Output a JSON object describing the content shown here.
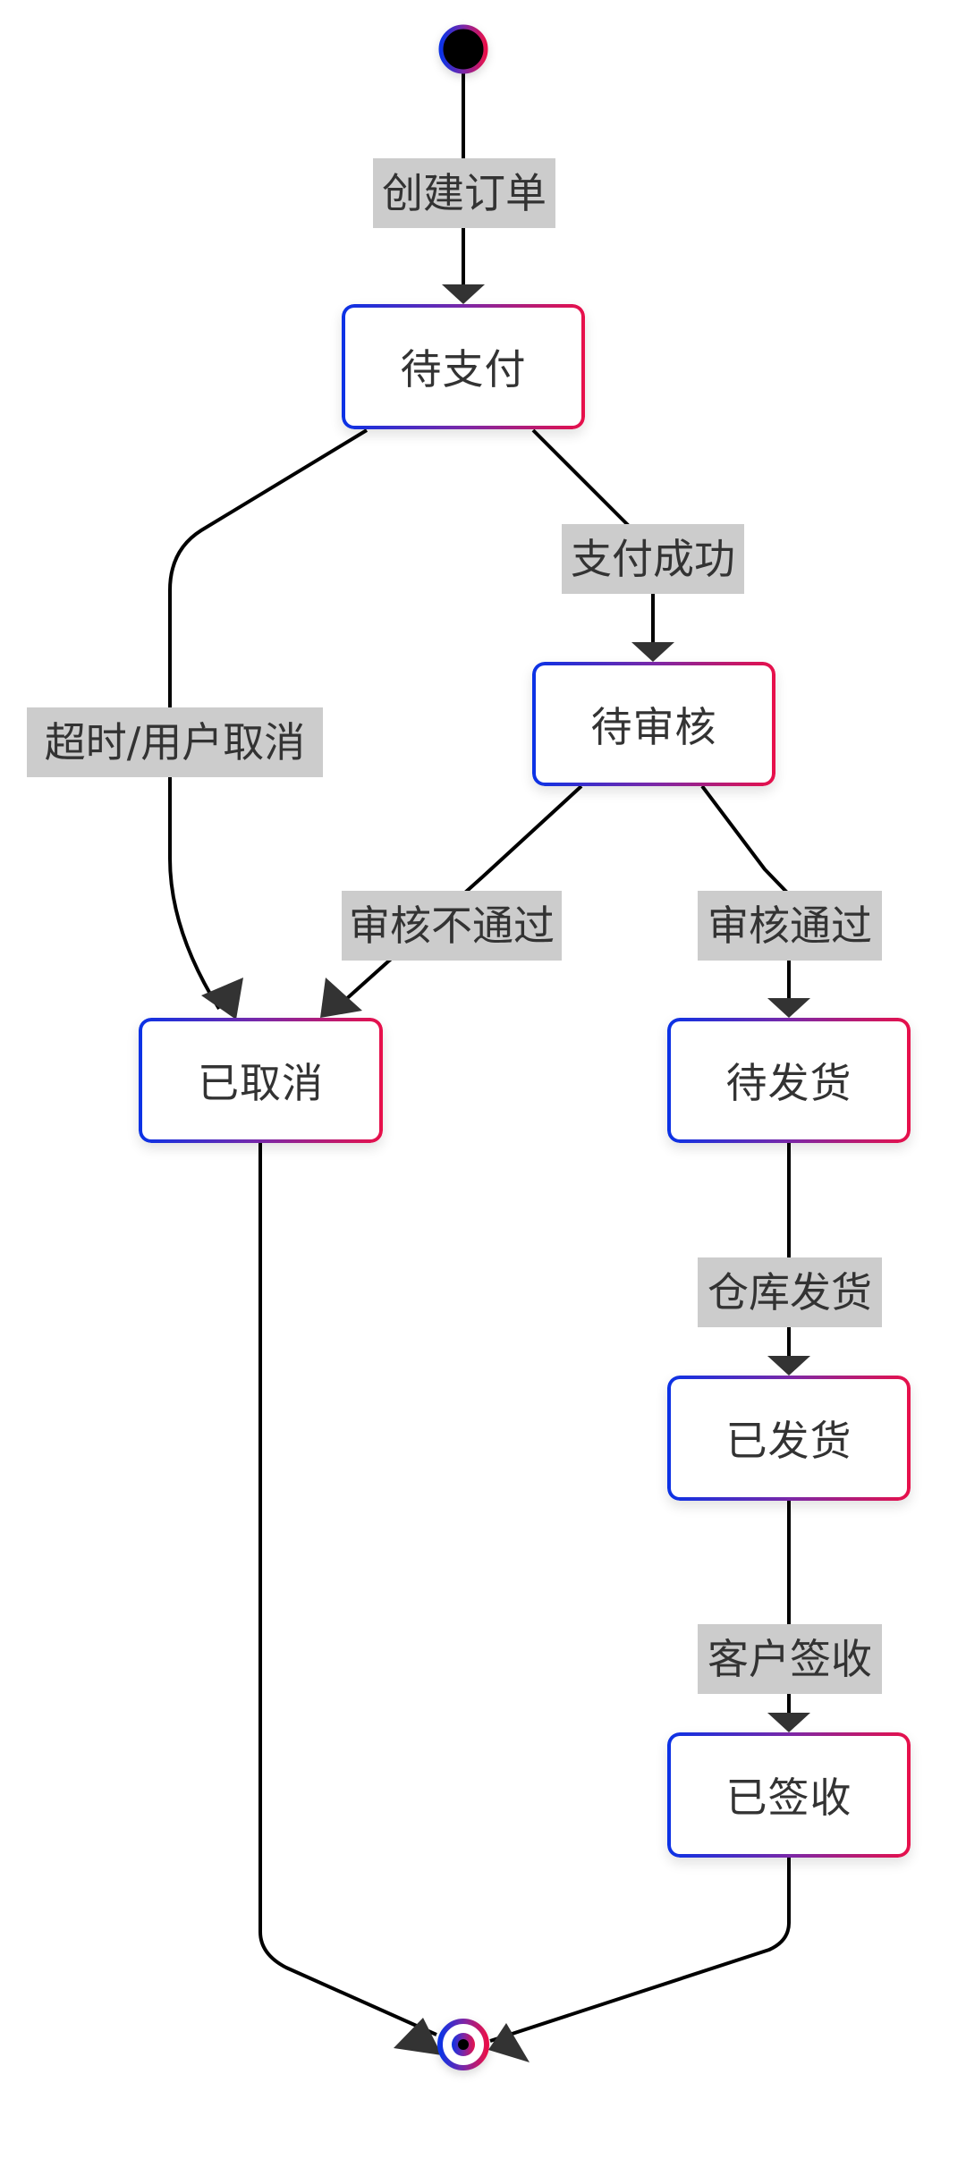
{
  "diagram": {
    "type": "state-diagram",
    "colors": {
      "border_gradient_start": "#0a32e6",
      "border_gradient_mid": "#7a28a8",
      "border_gradient_end": "#e8104a",
      "edge": "#000000",
      "arrowhead": "#333333",
      "edge_label_bg": "#cccccc",
      "text": "#333333"
    },
    "start": {
      "id": "start"
    },
    "end": {
      "id": "end"
    },
    "states": [
      {
        "id": "pending_payment",
        "label": "待支付"
      },
      {
        "id": "pending_review",
        "label": "待审核"
      },
      {
        "id": "cancelled",
        "label": "已取消"
      },
      {
        "id": "pending_shipment",
        "label": "待发货"
      },
      {
        "id": "shipped",
        "label": "已发货"
      },
      {
        "id": "received",
        "label": "已签收"
      }
    ],
    "transitions": [
      {
        "from": "start",
        "to": "pending_payment",
        "label": "创建订单"
      },
      {
        "from": "pending_payment",
        "to": "pending_review",
        "label": "支付成功"
      },
      {
        "from": "pending_payment",
        "to": "cancelled",
        "label": "超时/用户取消"
      },
      {
        "from": "pending_review",
        "to": "cancelled",
        "label": "审核不通过"
      },
      {
        "from": "pending_review",
        "to": "pending_shipment",
        "label": "审核通过"
      },
      {
        "from": "pending_shipment",
        "to": "shipped",
        "label": "仓库发货"
      },
      {
        "from": "shipped",
        "to": "received",
        "label": "客户签收"
      },
      {
        "from": "cancelled",
        "to": "end",
        "label": ""
      },
      {
        "from": "received",
        "to": "end",
        "label": ""
      }
    ]
  }
}
